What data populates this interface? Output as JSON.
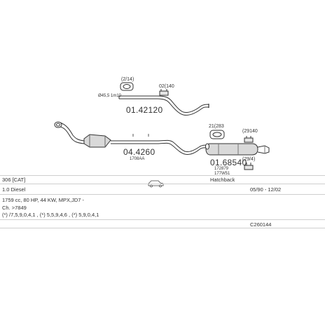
{
  "parts": {
    "rear_pipe": "01.42120",
    "front_pipe_cat": "04.4260",
    "rear_silencer": "01.68540"
  },
  "part_notes": {
    "front_pipe_code": "1708AA",
    "diameter": "Ø45,5 1m10",
    "rear_code_1": "172879",
    "rear_code_2": "177W51"
  },
  "accessories": {
    "a1": "(2/14)",
    "a2": "02(140",
    "a3": "21(283",
    "a4": "(29140",
    "a5": "(29/4)"
  },
  "info": {
    "model": "306 [CAT]",
    "body_type": "Hatchback",
    "fuel": "1.0 Diesel",
    "period": "05/90 - 12/02",
    "engine": "1759 cc, 80 HP, 44 KW, MPX,JD7 -",
    "chassis": "Ch. >7849",
    "notes": "(*) /7,5,9,0,4,1 , (*) 5,5,9,4,6 , (*) 5,9,0,4,1",
    "code": "C260144"
  }
}
